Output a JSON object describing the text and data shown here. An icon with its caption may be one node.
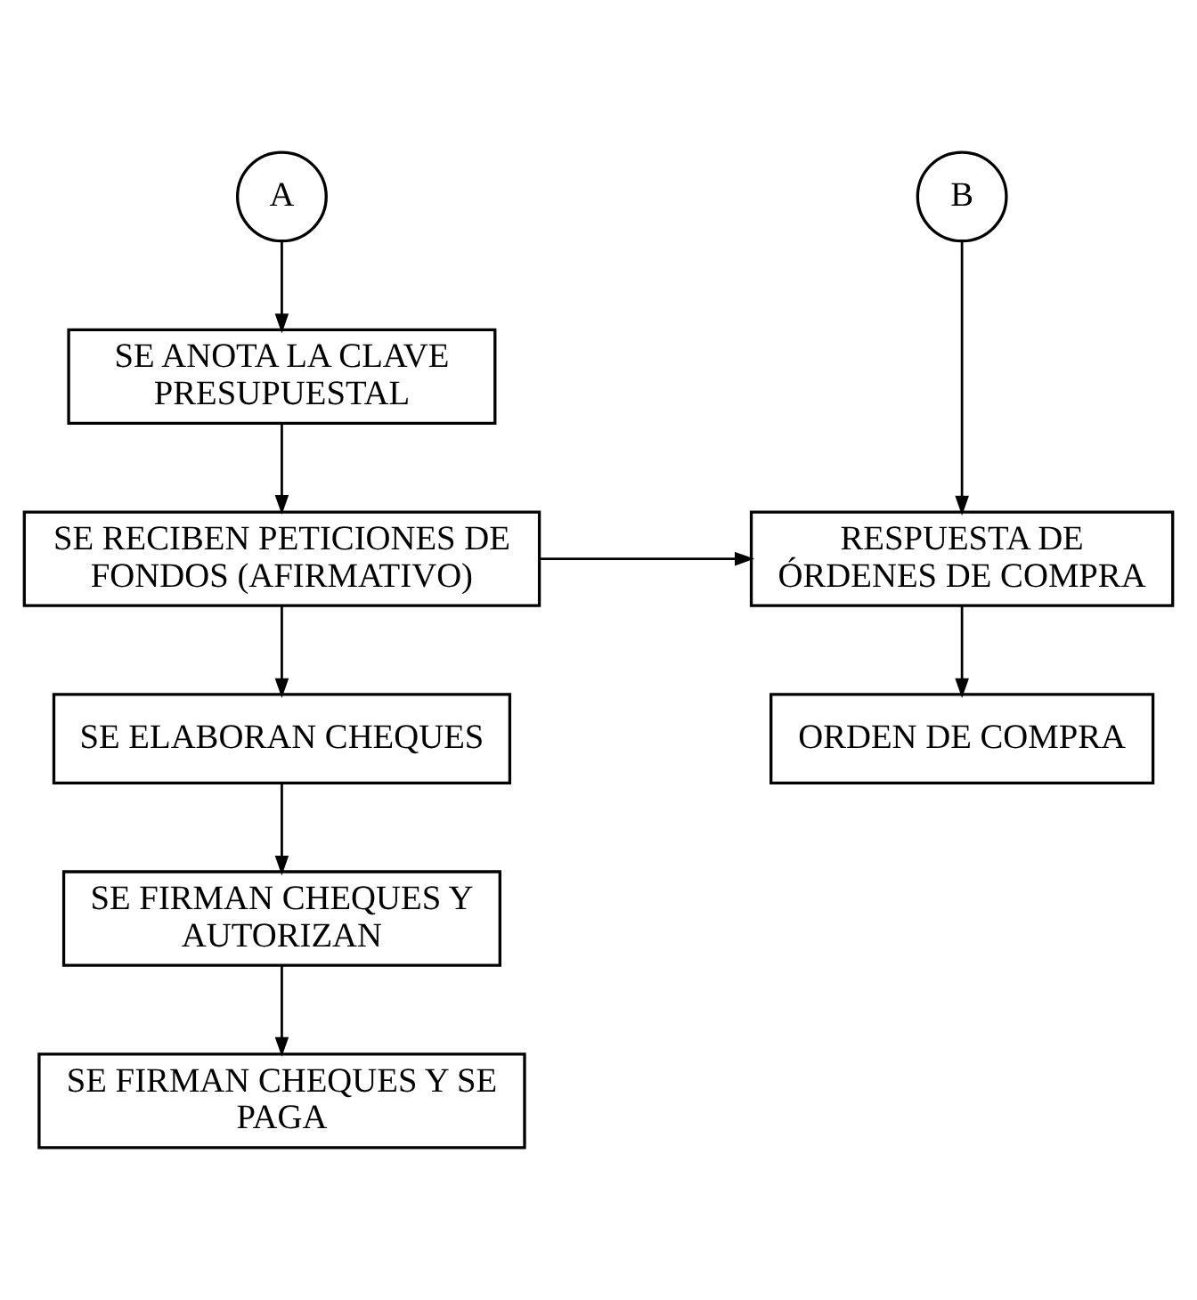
{
  "diagram": {
    "nodes": [
      {
        "text": [
          "A"
        ]
      },
      {
        "text": [
          "SE ANOTA LA CLAVE PRESUPUESTAL"
        ]
      },
      {
        "text": [
          "SE RECIBEN PETICIONES DE FONDOS (AFIRMATIVO)"
        ]
      },
      {
        "text": [
          "SE ELABORAN CHEQUES"
        ]
      },
      {
        "text": [
          "SE FIRMAN CHEQUES Y AUTORIZAN"
        ]
      },
      {
        "text": [
          "SE FIRMAN CHEQUES Y SE PAGA"
        ]
      },
      {
        "text": [
          "B"
        ]
      },
      {
        "text": [
          "RESPUESTA DE ÓRDENES DE COMPRA"
        ]
      },
      {
        "text": [
          "ORDEN DE COMPRA"
        ]
      }
    ],
    "edges": [
      {
        "from": 0,
        "to": 1,
        "arrow": "to"
      },
      {
        "from": 1,
        "to": 2,
        "arrow": "to"
      },
      {
        "from": 2,
        "to": 3,
        "arrow": "to"
      },
      {
        "from": 3,
        "to": 4,
        "arrow": "to"
      },
      {
        "from": 4,
        "to": 5,
        "arrow": "to"
      },
      {
        "from": 6,
        "to": 7,
        "arrow": "to"
      },
      {
        "from": 2,
        "to": 7,
        "arrow": "to"
      },
      {
        "from": 7,
        "to": 8,
        "arrow": "to"
      }
    ]
  }
}
